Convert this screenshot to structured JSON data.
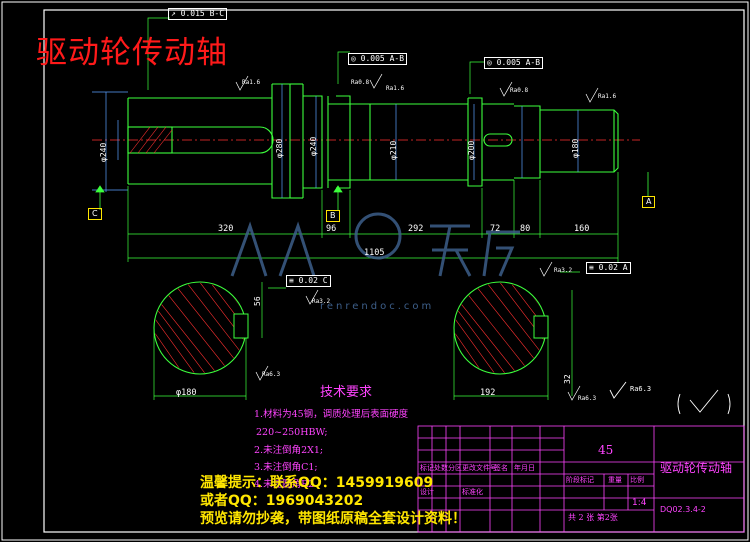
{
  "drawing_title": "驱动轮传动轴",
  "main_view": {
    "dims_bottom": [
      "320",
      "96",
      "292",
      "72",
      "80",
      "160"
    ],
    "total_length": "1105",
    "diameters": [
      "φ240",
      "φ280",
      "φ240",
      "φ210",
      "φ200",
      "φ180"
    ],
    "datums": [
      "C",
      "B",
      "A"
    ],
    "roughness": [
      "Ra1.6",
      "Ra0.8",
      "Ra1.6",
      "Ra0.8",
      "Ra1.6"
    ],
    "tolerance_frames": [
      {
        "sym": "↗",
        "value": "0.015",
        "ref": "B-C"
      },
      {
        "sym": "◎",
        "value": "0.005",
        "ref": "A-B"
      },
      {
        "sym": "◎",
        "value": "0.005",
        "ref": "A-B"
      }
    ]
  },
  "section_left": {
    "tol": {
      "sym": "≡",
      "value": "0.02",
      "ref": "C"
    },
    "depth": "56",
    "dia": "φ180",
    "ra_top": "Ra3.2",
    "ra_bottom": "Ra6.3"
  },
  "section_right": {
    "tol": {
      "sym": "≡",
      "value": "0.02",
      "ref": "A"
    },
    "depth": "32",
    "dia": "192",
    "ra_top": "Ra3.2",
    "ra_bottom": "Ra6.3"
  },
  "general_roughness": "Ra6.3",
  "tech_requirements": {
    "title": "技术要求",
    "items": [
      "1.材料为45钢，调质处理后表面硬度",
      "220~250HBW;",
      "2.未注倒角2X1;",
      "3.未注倒角C1;",
      "4.未注圆角R2."
    ]
  },
  "title_block": {
    "material": "45",
    "name": "驱动轮传动轴",
    "scale": "1:4",
    "code": "DQ02.3.4-2",
    "sheet": "共 2 张  第2张",
    "headers": [
      "标记",
      "处数",
      "分区",
      "更改文件号",
      "签名",
      "年月日"
    ],
    "stage_headers": [
      "阶段标记",
      "重量",
      "比例"
    ],
    "designer": "设计",
    "standard": "标准化"
  },
  "watermark": "renrendoc.com",
  "warning": {
    "line1": "温馨提示：联系QQ：1459919609",
    "line2": "或者QQ：1969043202",
    "line3": "预览请勿抄袭，带图纸原稿全套设计资料！"
  }
}
